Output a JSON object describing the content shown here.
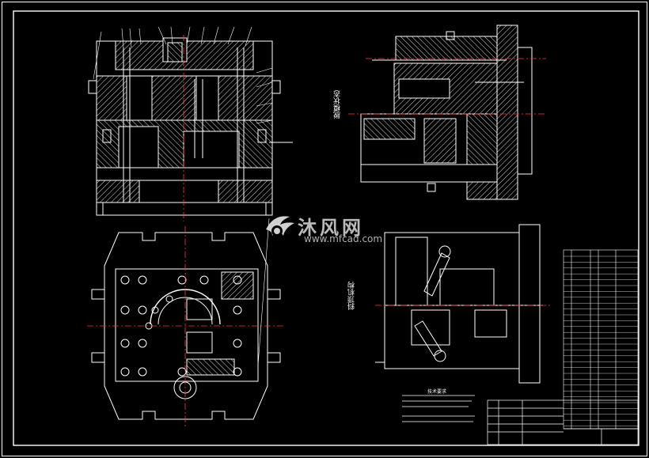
{
  "watermark": {
    "text": "沐风网",
    "url": "www.mfcad.com"
  },
  "side_view_label": "脱模状态",
  "top_label": "技术要求",
  "bottom_view_label": "斜顶机构",
  "notes_title": "技术要求",
  "colors": {
    "line": "#ffffff",
    "hatch": "#dcdcdc",
    "center": "#ff3b3b",
    "watermark": "#cfcfcf"
  }
}
